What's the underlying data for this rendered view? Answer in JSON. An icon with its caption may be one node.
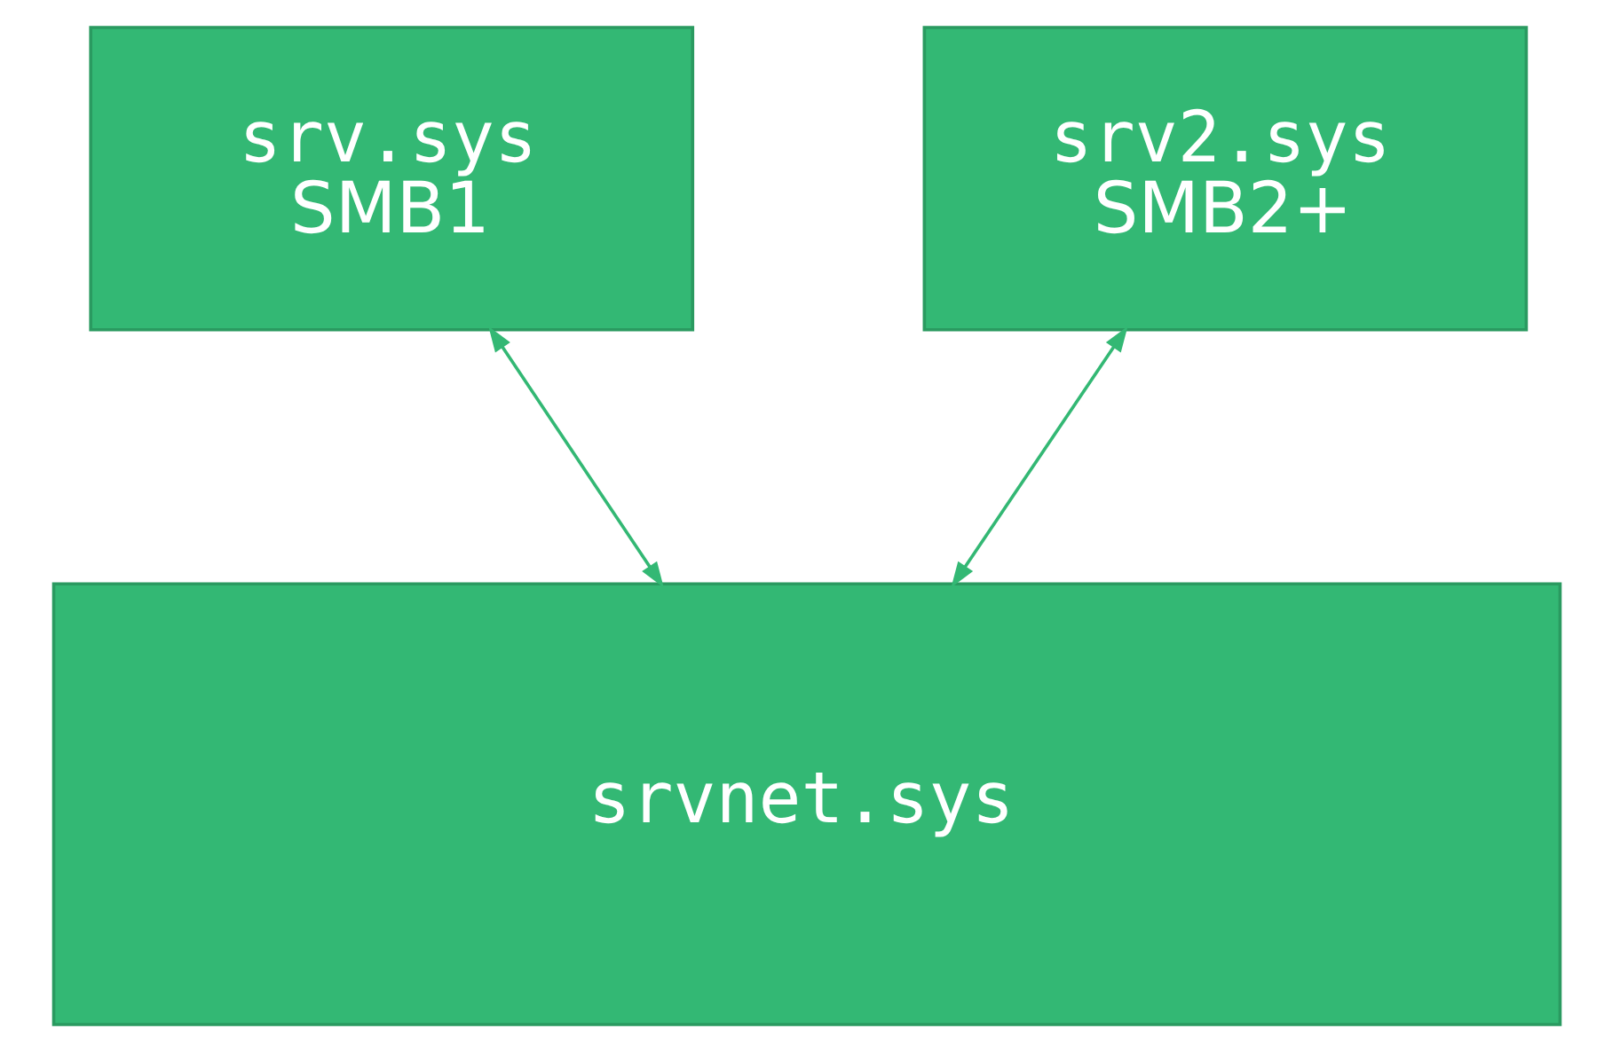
{
  "diagram": {
    "nodes": [
      {
        "text": [
          "srv.sys",
          "SMB1"
        ]
      },
      {
        "text": [
          "srv2.sys",
          "SMB2+"
        ]
      },
      {
        "text": [
          "srvnet.sys"
        ]
      }
    ],
    "edges": [
      {
        "from": 0,
        "to": 2,
        "arrow": "both"
      },
      {
        "from": 1,
        "to": 2,
        "arrow": "both"
      }
    ]
  }
}
